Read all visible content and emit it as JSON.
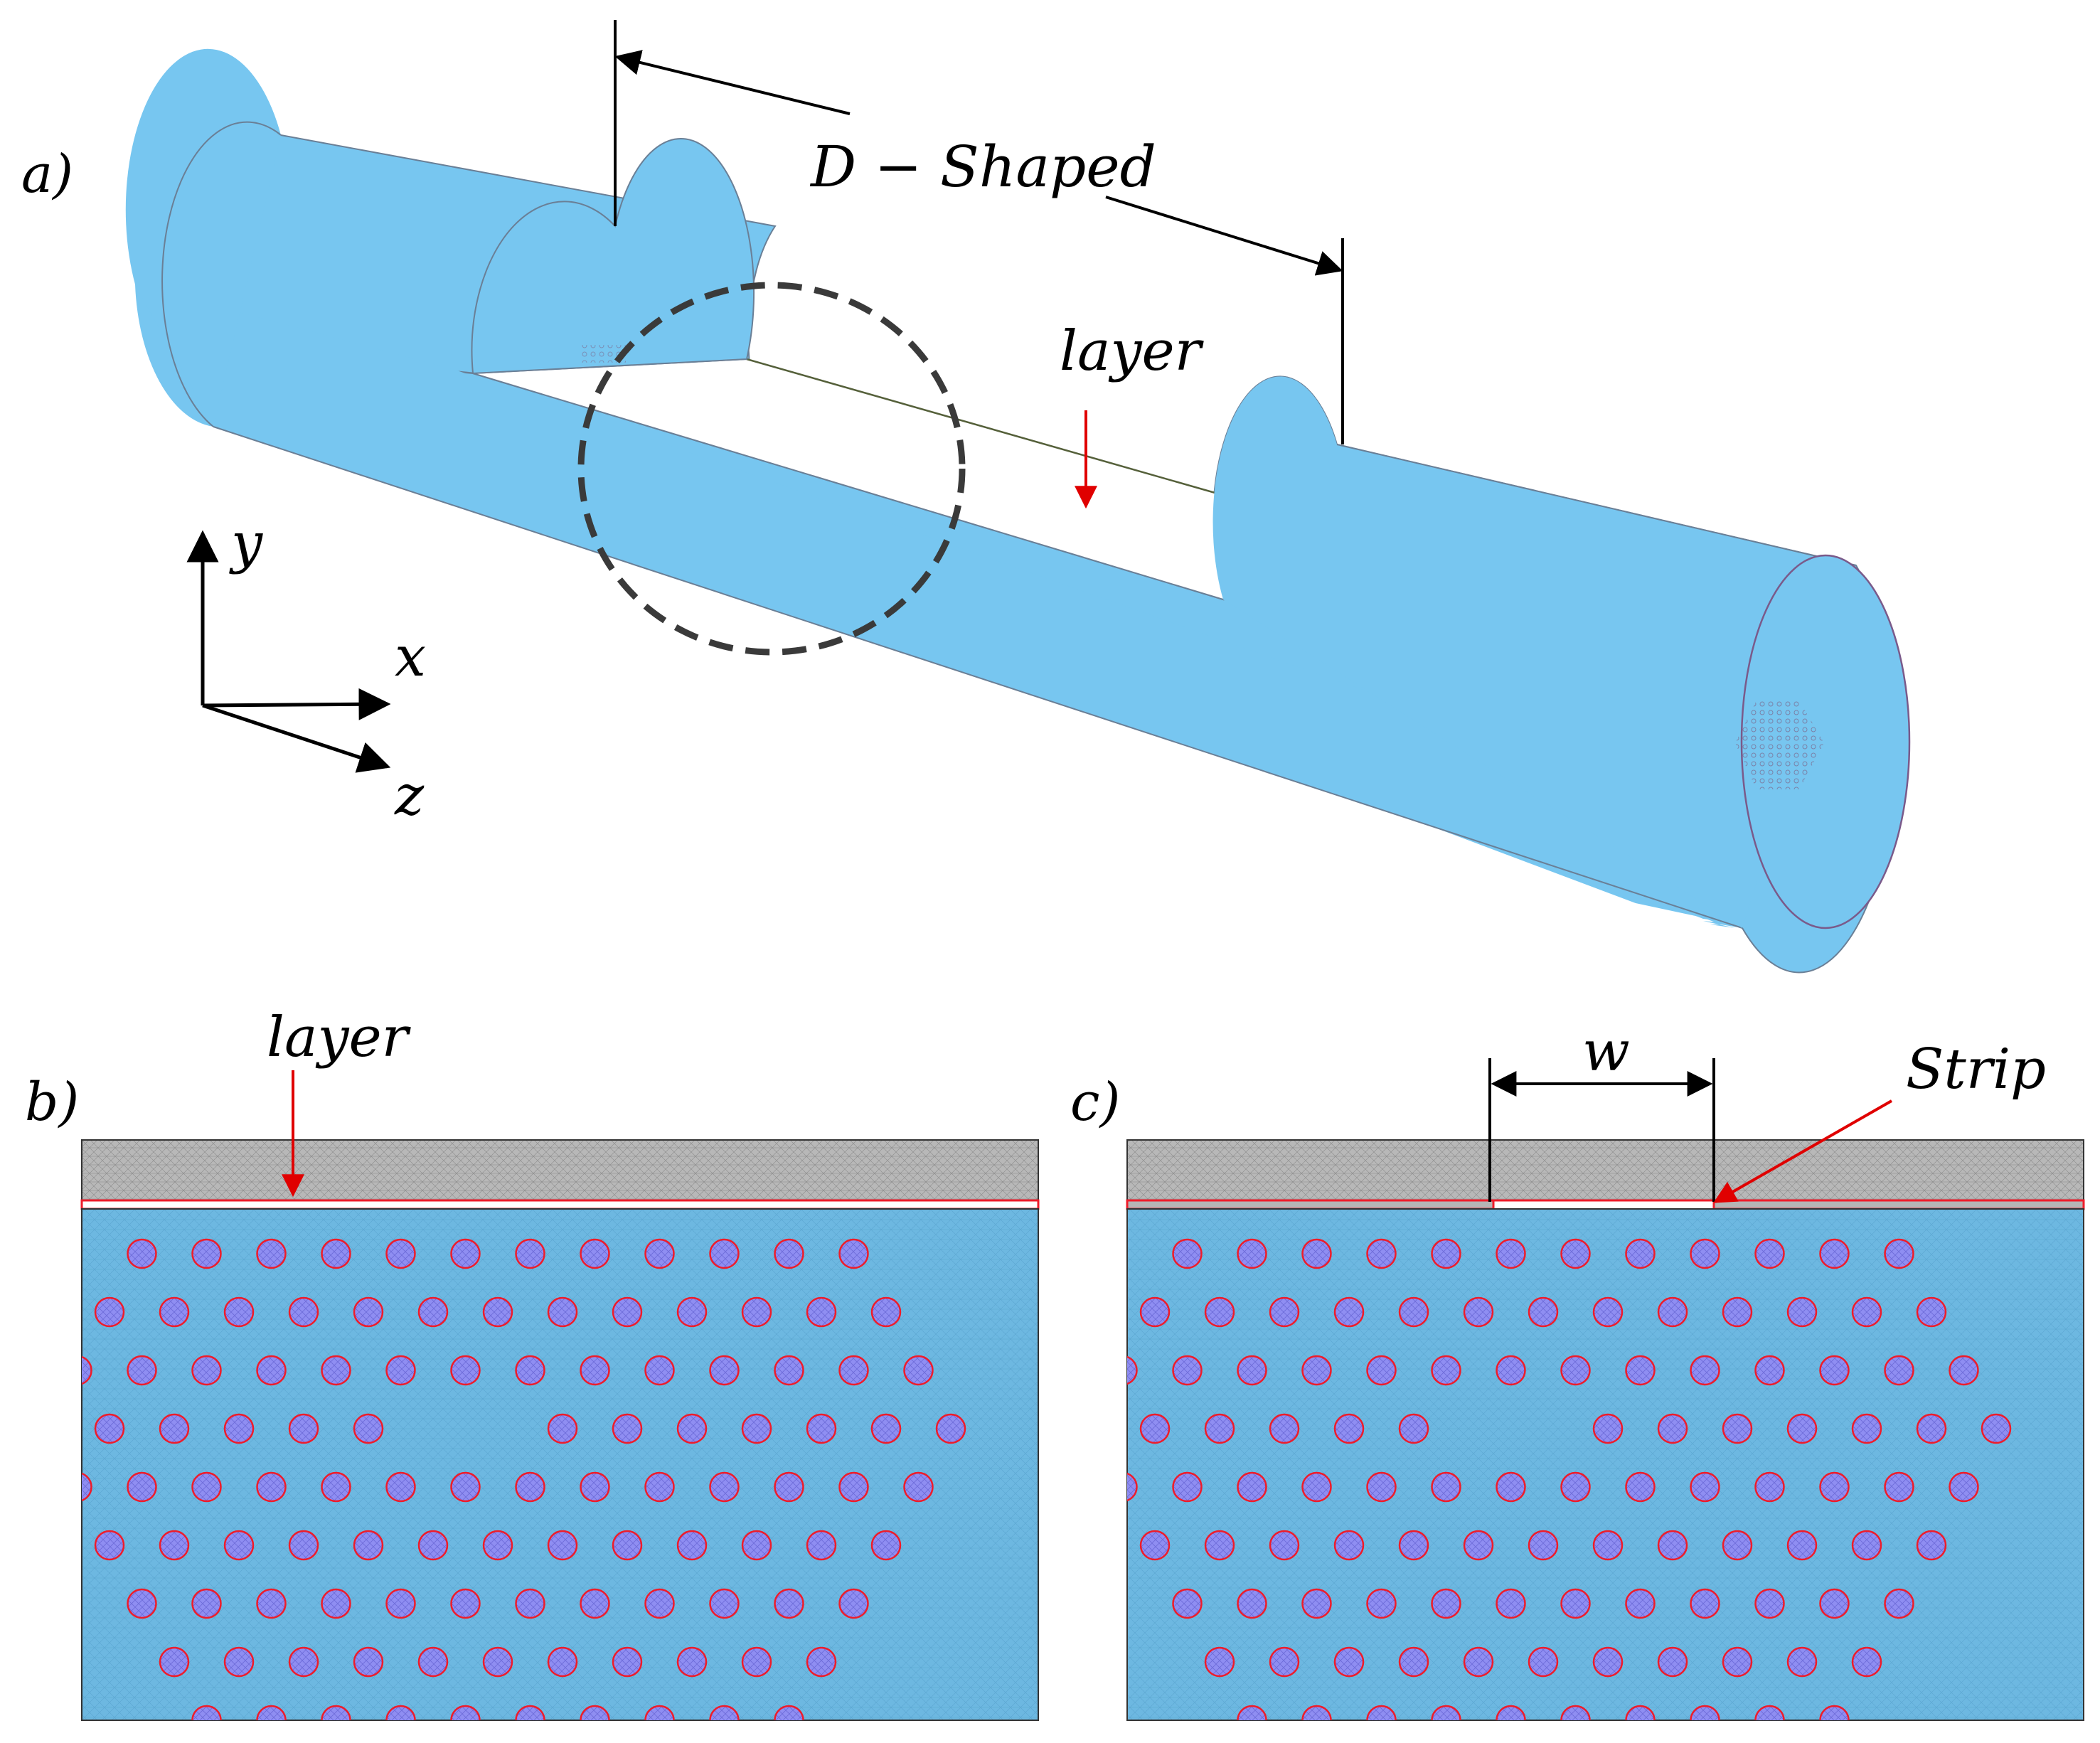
{
  "panel_a": {
    "label": "a)",
    "dimension_label": "D − Shaped",
    "layer_label": "layer",
    "axes": {
      "y": "y",
      "x": "x",
      "z": "z"
    }
  },
  "panel_b": {
    "label": "b)",
    "layer_label": "layer"
  },
  "panel_c": {
    "label": "c)",
    "width_label": "w",
    "strip_label": "Strip"
  },
  "colors": {
    "fiber": "#77c6f0",
    "cladding_mesh": "#6db8e1",
    "top_region": "#b5b5b5",
    "air_holes": "#8f8ef2",
    "hole_outline": "#ee1c2a",
    "arrow": "#e00000",
    "dash_circle": "#3a3a3a"
  }
}
